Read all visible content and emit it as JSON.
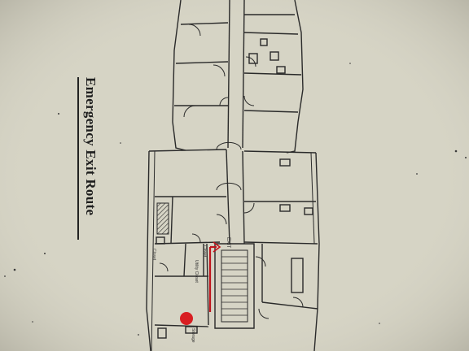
{
  "title": "Emergency Exit Route",
  "labels": {
    "exit": "EXIT",
    "closet_1": "Closet",
    "closet_2": "Closet",
    "utility": "Utility Closet",
    "storage": "Storage"
  },
  "colors": {
    "paper": "#d7d5c6",
    "paper_shadow": "#bdbaaa",
    "ink": "#2a2a2a",
    "route": "#c0141c",
    "you_are_here": "#d81e22"
  }
}
